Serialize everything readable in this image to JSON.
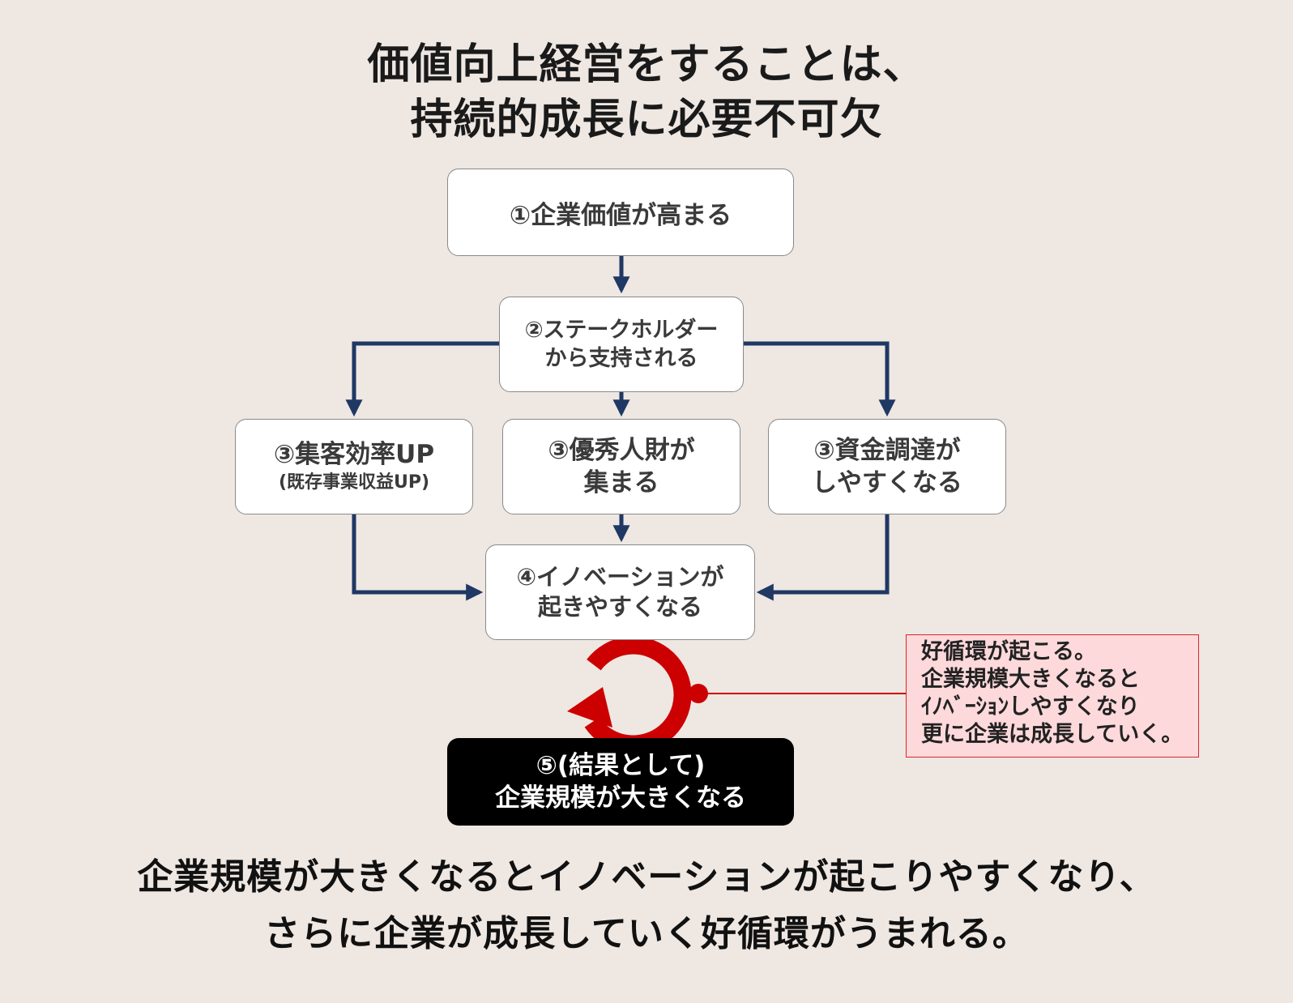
{
  "title": {
    "line1": "価値向上経営をすることは、",
    "line2": "持続的成長に必要不可欠"
  },
  "nodes": {
    "step1": {
      "line1": "①企業価値が高まる"
    },
    "step2": {
      "line1": "②ステークホルダー",
      "line2": "から支持される"
    },
    "step3_customer": {
      "line1": "③集客効率UP",
      "line2": "(既存事業収益UP)"
    },
    "step3_talent": {
      "line1": "③優秀人財が",
      "line2": "集まる"
    },
    "step3_funding": {
      "line1": "③資金調達が",
      "line2": "しやすくなる"
    },
    "step4": {
      "line1": "④イノベーションが",
      "line2": "起きやすくなる"
    },
    "step5": {
      "line1": "⑤(結果として)",
      "line2": "企業規模が大きくなる"
    }
  },
  "note": {
    "line1": "好循環が起こる。",
    "line2": "企業規模大きくなると",
    "line3": "ｲﾉﾍﾞｰｼｮﾝしやすくなり",
    "line4": "更に企業は成長していく。"
  },
  "summary": {
    "line1": "企業規模が大きくなるとイノベーションが起こりやすくなり、",
    "line2": "さらに企業が成長していく好循環がうまれる。"
  },
  "colors": {
    "background": "#EEE7E2",
    "arrow": "#1F3864",
    "cycle": "#CC0000",
    "note_fill": "#FDD9DB",
    "note_border": "#D9262C",
    "result_box": "#000000"
  },
  "icons": {
    "cycle": "circular-arrow-icon"
  }
}
